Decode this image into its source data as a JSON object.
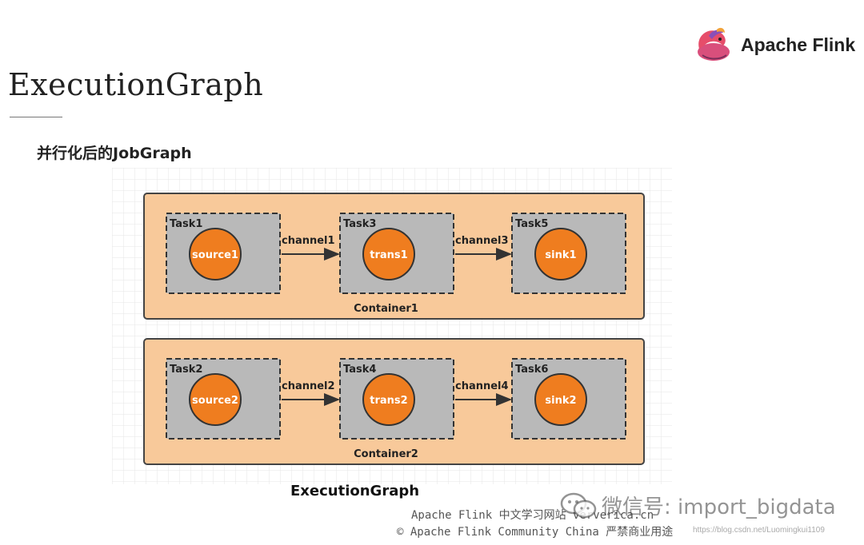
{
  "slide": {
    "title": "ExecutionGraph",
    "subtitle": "并行化后的JobGraph"
  },
  "brand": {
    "name": "Apache Flink",
    "logo_icon": "flink-squirrel-icon"
  },
  "diagram": {
    "caption": "ExecutionGraph",
    "colors": {
      "container_fill": "#f8c99a",
      "task_fill": "#b9b9b9",
      "operator_fill": "#ef7d1f",
      "grid": "#e4e4e4"
    },
    "containers": [
      {
        "label": "Container1",
        "tasks": [
          {
            "label": "Task1",
            "operator": "source1"
          },
          {
            "label": "Task3",
            "operator": "trans1"
          },
          {
            "label": "Task5",
            "operator": "sink1"
          }
        ],
        "channels": [
          "channel1",
          "channel3"
        ]
      },
      {
        "label": "Container2",
        "tasks": [
          {
            "label": "Task2",
            "operator": "source2"
          },
          {
            "label": "Task4",
            "operator": "trans2"
          },
          {
            "label": "Task6",
            "operator": "sink2"
          }
        ],
        "channels": [
          "channel2",
          "channel4"
        ]
      }
    ]
  },
  "footer": {
    "line1": "Apache Flink 中文学习网站  ververica.cn",
    "line2": "© Apache Flink Community China  严禁商业用途"
  },
  "watermark": {
    "text": "微信号: import_bigdata",
    "icon": "wechat-icon",
    "url": "https://blog.csdn.net/Luomingkui1109"
  }
}
